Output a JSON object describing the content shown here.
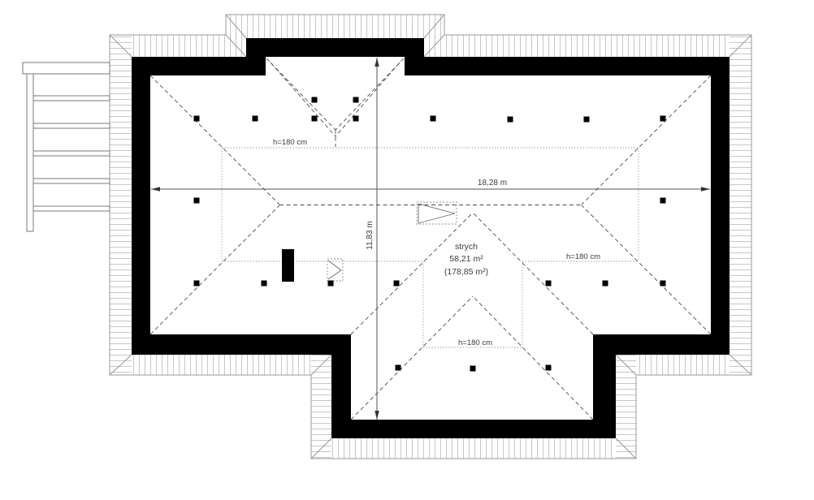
{
  "plan": {
    "room_label": "strych",
    "room_area": "58,21 m²",
    "room_area_total": "(178,85 m²)",
    "dim_width": "18,28 m",
    "dim_height": "11,83 m",
    "contour_top_label": "h=180 cm",
    "contour_right_label": "h=180 cm",
    "contour_bottom_label": "h=180 cm"
  },
  "colors": {
    "wall": "#000000",
    "roof_line": "#4a4a4a",
    "contour_line": "#8f8f8f",
    "hatch": "#b9b9b9",
    "outline": "#9a9a9a",
    "background": "#ffffff",
    "text": "#3a3a3a"
  }
}
